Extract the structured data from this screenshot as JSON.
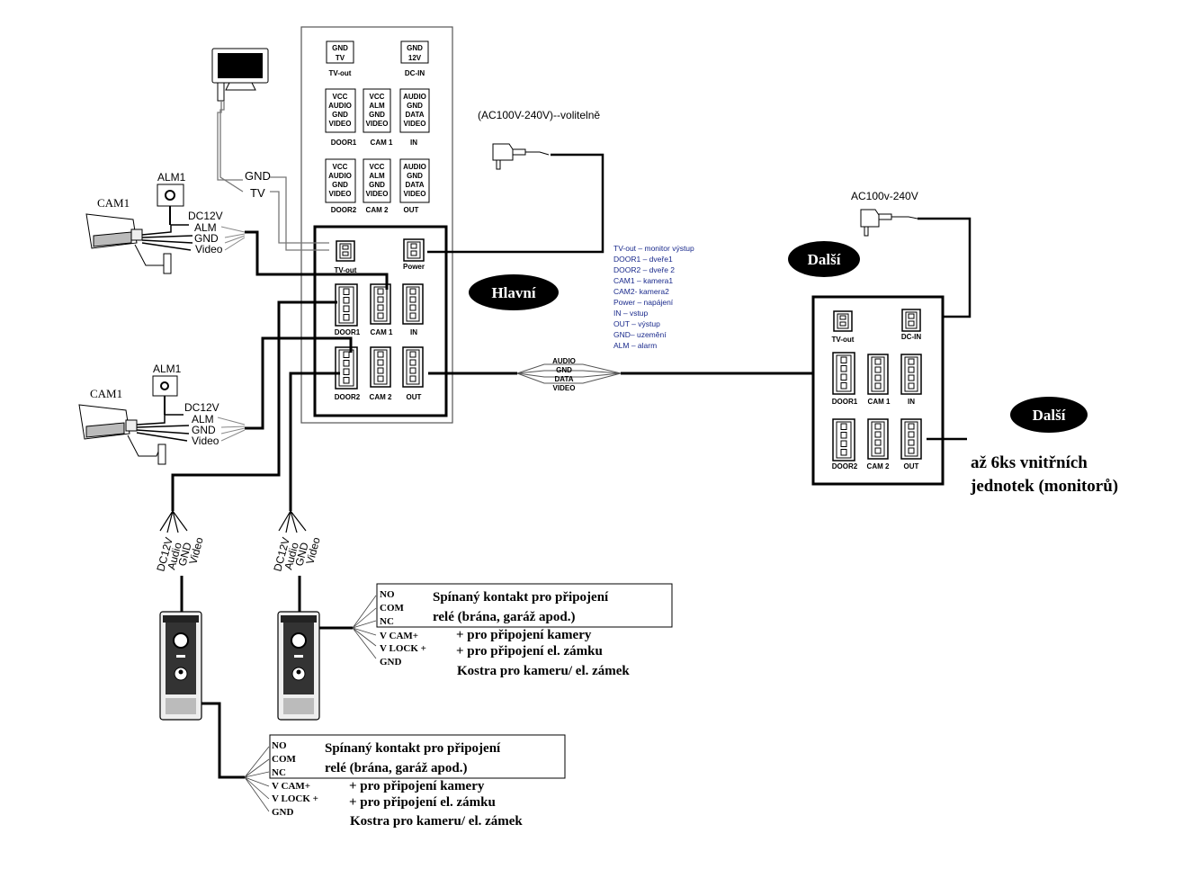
{
  "main_panel": {
    "top_labels": {
      "gnd_tv": [
        "GND",
        "TV"
      ],
      "tv_out": "TV-out",
      "gnd_12v": [
        "GND",
        "12V"
      ],
      "dc_in": "DC-IN",
      "door1_pins": [
        "VCC",
        "AUDIO",
        "GND",
        "VIDEO"
      ],
      "door1": "DOOR1",
      "cam1_pins": [
        "VCC",
        "ALM",
        "GND",
        "VIDEO"
      ],
      "cam1": "CAM 1",
      "in_pins": [
        "AUDIO",
        "GND",
        "DATA",
        "VIDEO"
      ],
      "in": "IN",
      "door2_pins": [
        "VCC",
        "AUDIO",
        "GND",
        "VIDEO"
      ],
      "door2": "DOOR2",
      "cam2_pins": [
        "VCC",
        "ALM",
        "GND",
        "VIDEO"
      ],
      "cam2": "CAM 2",
      "out_pins": [
        "AUDIO",
        "GND",
        "DATA",
        "VIDEO"
      ],
      "out": "OUT"
    },
    "connectors": {
      "tv_out": "TV-out",
      "power": "Power",
      "door1": "DOOR1",
      "cam1": "CAM 1",
      "in": "IN",
      "door2": "DOOR2",
      "cam2": "CAM 2",
      "out": "OUT"
    },
    "badge": "Hlavní"
  },
  "power_main": "(AC100V-240V)--volitelně",
  "power_next": "AC100v-240V",
  "tv_wires": [
    "GND",
    "TV"
  ],
  "cameras": [
    {
      "name": "CAM1",
      "alarm": "ALM1",
      "wires": [
        "DC12V",
        "ALM",
        "GND",
        "Video"
      ]
    },
    {
      "name": "CAM1",
      "alarm": "ALM1",
      "wires": [
        "DC12V",
        "ALM",
        "GND",
        "Video"
      ]
    }
  ],
  "legend": [
    "TV-out – monitor výstup",
    "DOOR1 – dveře1",
    "DOOR2 – dveře 2",
    "CAM1 – kamera1",
    "CAM2- kamera2",
    "Power – napájení",
    "IN – vstup",
    "OUT – výstup",
    "GND– uzemění",
    "ALM – alarm"
  ],
  "bus_wires": [
    "AUDIO",
    "GND",
    "DATA",
    "VIDEO"
  ],
  "next_panel": {
    "connectors": {
      "tv_out": "TV-out",
      "dc_in": "DC-IN",
      "door1": "DOOR1",
      "cam1": "CAM 1",
      "in": "IN",
      "door2": "DOOR2",
      "cam2": "CAM 2",
      "out": "OUT"
    },
    "badge_top": "Další",
    "badge_right": "Další",
    "note": [
      "až 6ks vnitřních",
      "jednotek (monitorů)"
    ]
  },
  "door_wires": [
    "DC12V",
    "Audio",
    "GND",
    "Video"
  ],
  "relay": {
    "contacts": [
      "NO",
      "COM",
      "NC"
    ],
    "contact_text": [
      "Spínaný kontakt pro připojení",
      "relé (brána, garáž apod.)"
    ],
    "power_pins": [
      "V CAM+",
      "V LOCK +",
      "GND"
    ],
    "power_text": [
      "+ pro připojení kamery",
      "+ pro připojení el. zámku",
      "Kostra pro kameru/ el. zámek"
    ]
  },
  "colors": {
    "line": "#000000",
    "legend_text": "#1a2a8c",
    "badge": "#000000",
    "badge_text": "#ffffff",
    "panel_fill": "#ffffff"
  }
}
